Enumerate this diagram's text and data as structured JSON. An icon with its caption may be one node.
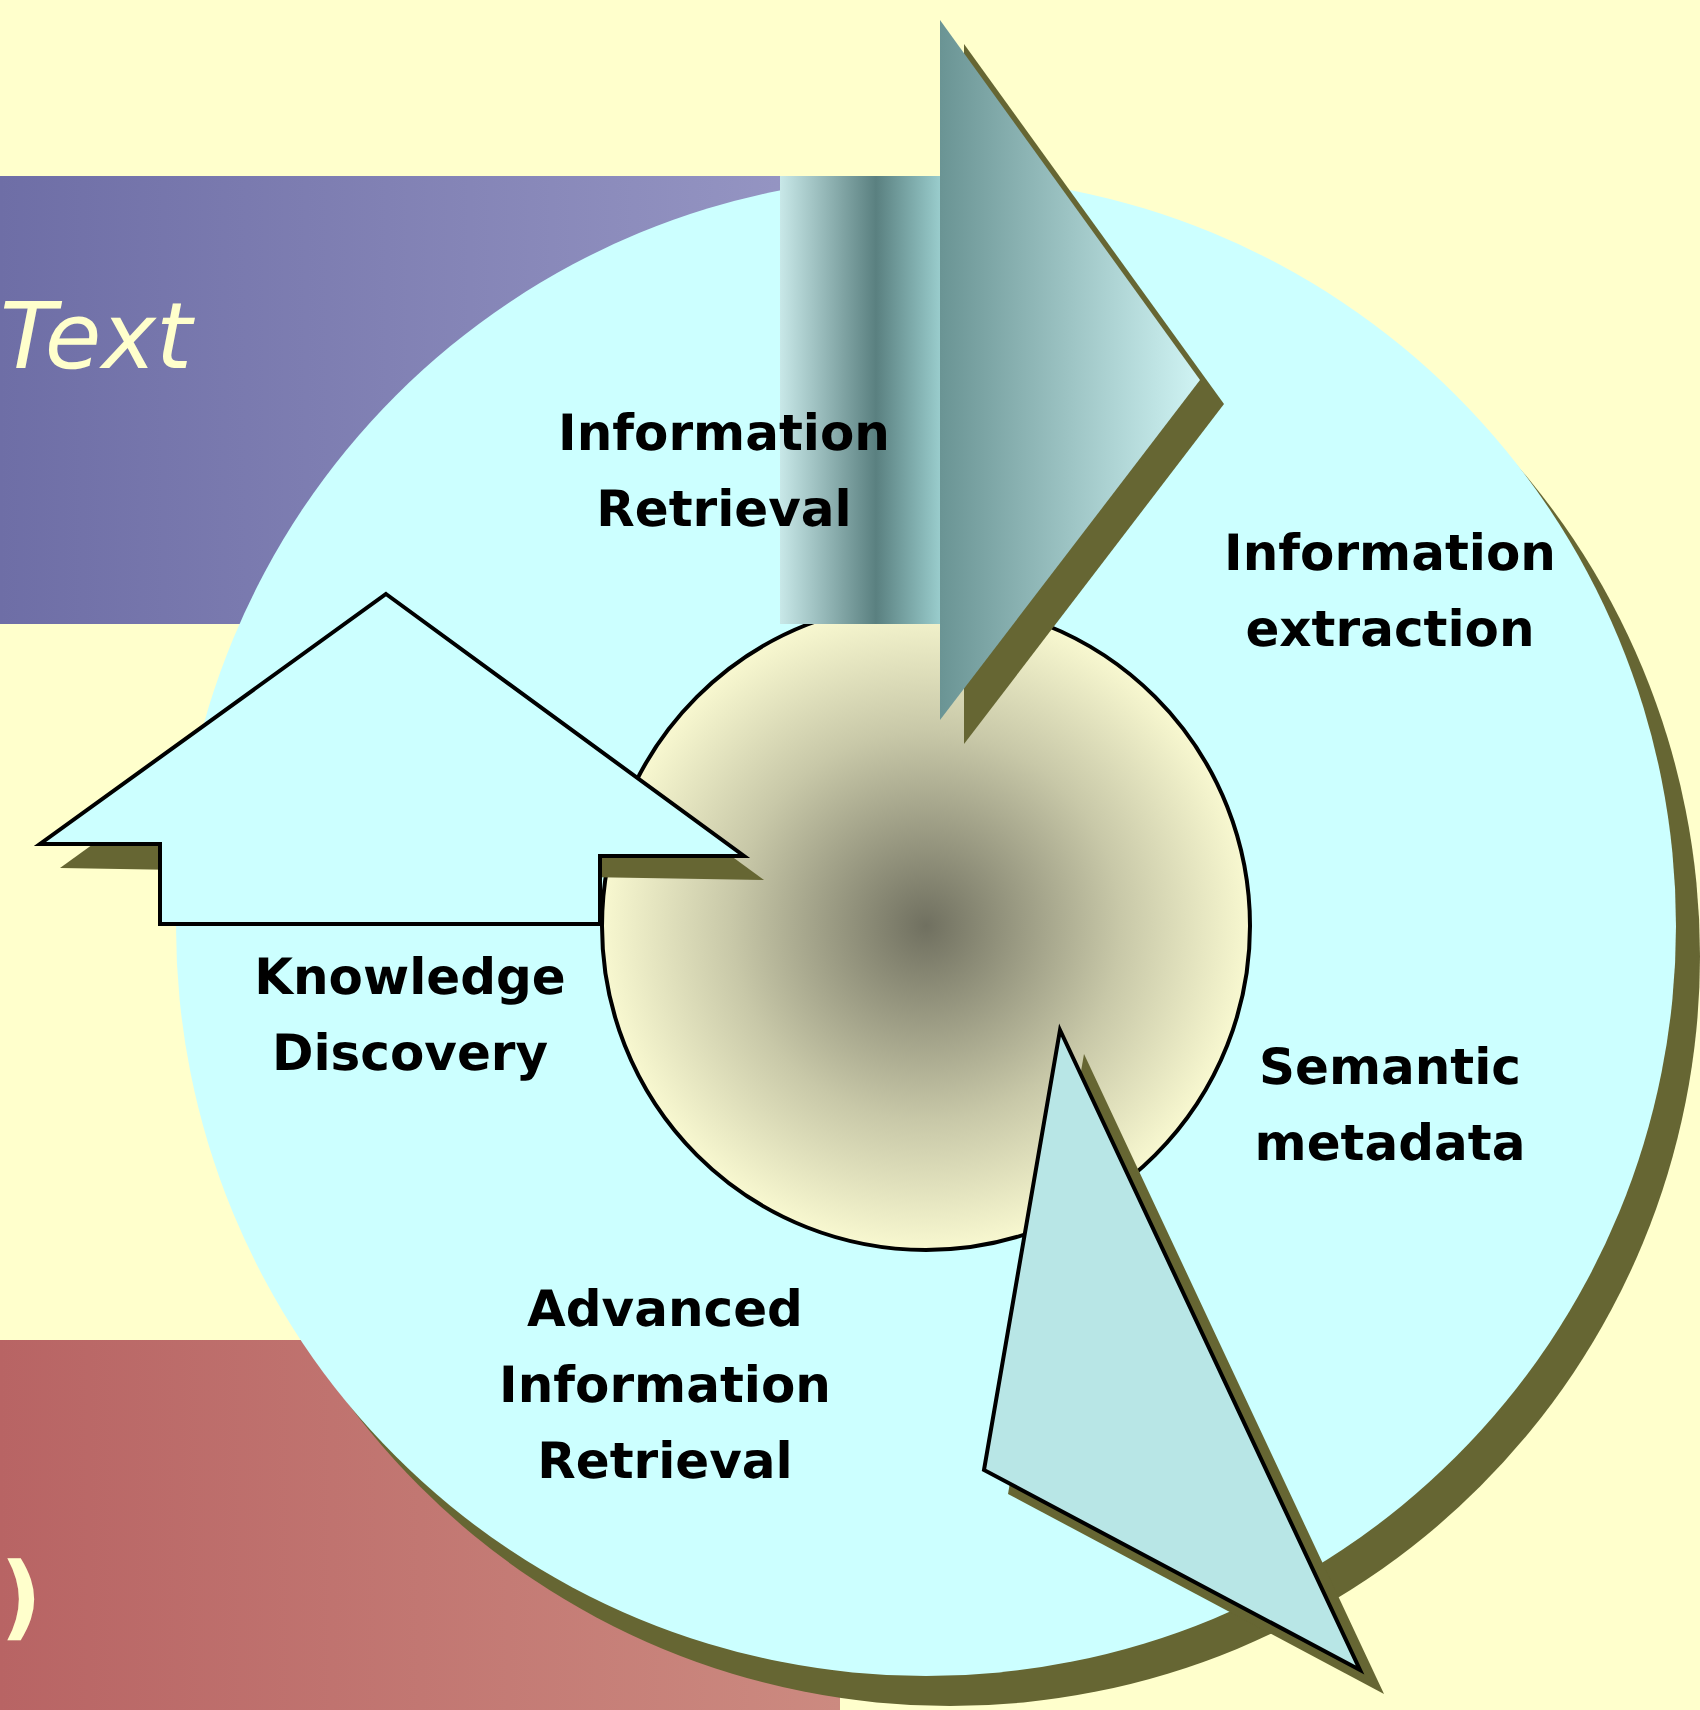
{
  "diagram": {
    "labels": [
      "Text",
      "Information Retrieval",
      "Information extraction",
      "Semantic metadata",
      "Knowledge Discovery",
      "Advanced Information Retrieval",
      ")"
    ]
  }
}
